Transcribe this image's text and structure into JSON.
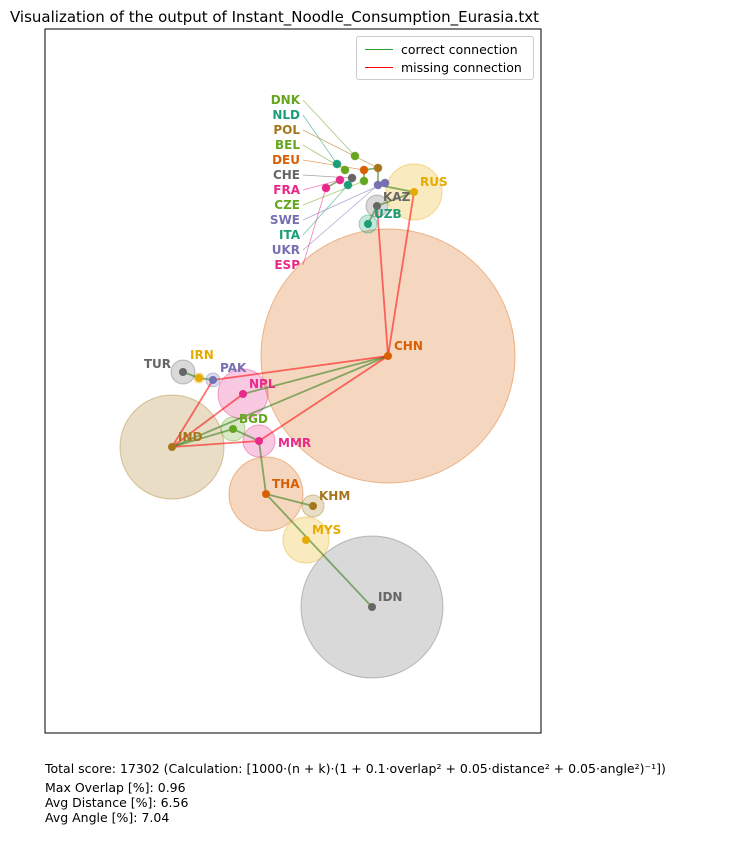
{
  "title": "Visualization of the output of Instant_Noodle_Consumption_Eurasia.txt",
  "legend": [
    {
      "label": "correct connection",
      "color": "#2ca02c"
    },
    {
      "label": "missing connection",
      "color": "#ff0000"
    }
  ],
  "stats": {
    "total": "Total score: 17302  (Calculation: [1000·(n + k)·(1 + 0.1·overlap² + 0.05·distance² + 0.05·angle²)⁻¹])",
    "overlap": "Max Overlap [%]: 0.96",
    "distance": "Avg Distance [%]: 6.56",
    "angle": "Avg Angle [%]: 7.04"
  },
  "chart_data": {
    "type": "scatter",
    "title": "Visualization of the output of Instant_Noodle_Consumption_Eurasia.txt",
    "nodes": [
      {
        "id": "CHN",
        "color": "#d95f02"
      },
      {
        "id": "IND",
        "color": "#a6761d"
      },
      {
        "id": "IDN",
        "color": "#666666"
      },
      {
        "id": "THA",
        "color": "#d95f02"
      },
      {
        "id": "MYS",
        "color": "#e6ab02"
      },
      {
        "id": "KHM",
        "color": "#a6761d"
      },
      {
        "id": "MMR",
        "color": "#e7298a"
      },
      {
        "id": "BGD",
        "color": "#66a61e"
      },
      {
        "id": "NPL",
        "color": "#e7298a"
      },
      {
        "id": "PAK",
        "color": "#7570b3"
      },
      {
        "id": "IRN",
        "color": "#e6ab02"
      },
      {
        "id": "TUR",
        "color": "#666666"
      },
      {
        "id": "RUS",
        "color": "#e6ab02"
      },
      {
        "id": "KAZ",
        "color": "#666666"
      },
      {
        "id": "UZB",
        "color": "#1b9e77"
      },
      {
        "id": "DNK",
        "color": "#66a61e"
      },
      {
        "id": "NLD",
        "color": "#1b9e77"
      },
      {
        "id": "BEL",
        "color": "#66a61e"
      },
      {
        "id": "DEU",
        "color": "#d95f02"
      },
      {
        "id": "POL",
        "color": "#a6761d"
      },
      {
        "id": "FRA",
        "color": "#e7298a"
      },
      {
        "id": "CHE",
        "color": "#666666"
      },
      {
        "id": "CZE",
        "color": "#66a61e"
      },
      {
        "id": "ESP",
        "color": "#e7298a"
      },
      {
        "id": "ITA",
        "color": "#1b9e77"
      },
      {
        "id": "SWE",
        "color": "#7570b3"
      },
      {
        "id": "UKR",
        "color": "#7570b3"
      }
    ],
    "edges_correct": [
      [
        "TUR",
        "IRN"
      ],
      [
        "IRN",
        "PAK"
      ],
      [
        "NPL",
        "CHN"
      ],
      [
        "IND",
        "BGD"
      ],
      [
        "BGD",
        "MMR"
      ],
      [
        "IND",
        "CHN"
      ],
      [
        "MMR",
        "THA"
      ],
      [
        "THA",
        "KHM"
      ],
      [
        "THA",
        "IDN"
      ],
      [
        "KAZ",
        "RUS"
      ],
      [
        "UZB",
        "KAZ"
      ],
      [
        "DEU",
        "POL"
      ],
      [
        "FRA",
        "ESP"
      ],
      [
        "DEU",
        "CZE"
      ],
      [
        "POL",
        "UKR"
      ],
      [
        "UKR",
        "RUS"
      ]
    ],
    "edges_missing": [
      [
        "CHN",
        "KAZ"
      ],
      [
        "CHN",
        "RUS"
      ],
      [
        "CHN",
        "PAK"
      ],
      [
        "IND",
        "PAK"
      ],
      [
        "IND",
        "NPL"
      ],
      [
        "IND",
        "MMR"
      ],
      [
        "CHN",
        "MMR"
      ]
    ]
  }
}
